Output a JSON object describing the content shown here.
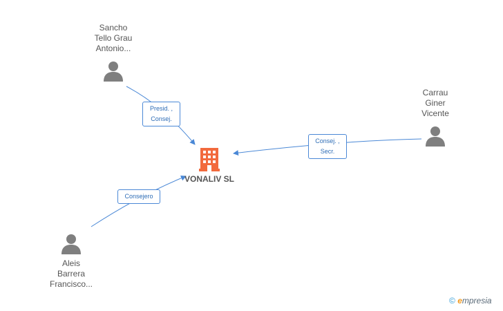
{
  "company": {
    "name": "VONALIV SL",
    "icon": "building-icon",
    "color": "#f26a3d"
  },
  "people": [
    {
      "id": "sancho",
      "name_lines": [
        "Sancho",
        "Tello Grau",
        "Antonio..."
      ],
      "icon": "person-icon"
    },
    {
      "id": "carrau",
      "name_lines": [
        "Carrau",
        "Giner",
        "Vicente"
      ],
      "icon": "person-icon"
    },
    {
      "id": "aleis",
      "name_lines": [
        "Aleis",
        "Barrera",
        "Francisco..."
      ],
      "icon": "person-icon"
    }
  ],
  "relations": [
    {
      "from": "sancho",
      "label_lines": [
        "Presid. ,",
        "Consej."
      ]
    },
    {
      "from": "carrau",
      "label_lines": [
        "Consej. ,",
        "Secr."
      ]
    },
    {
      "from": "aleis",
      "label_lines": [
        "Consejero"
      ]
    }
  ],
  "colors": {
    "edge": "#4a88d6",
    "person": "#7f7f7f",
    "text": "#555555"
  },
  "watermark": {
    "symbol": "©",
    "brand_initial": "e",
    "brand_rest": "mpresia"
  }
}
